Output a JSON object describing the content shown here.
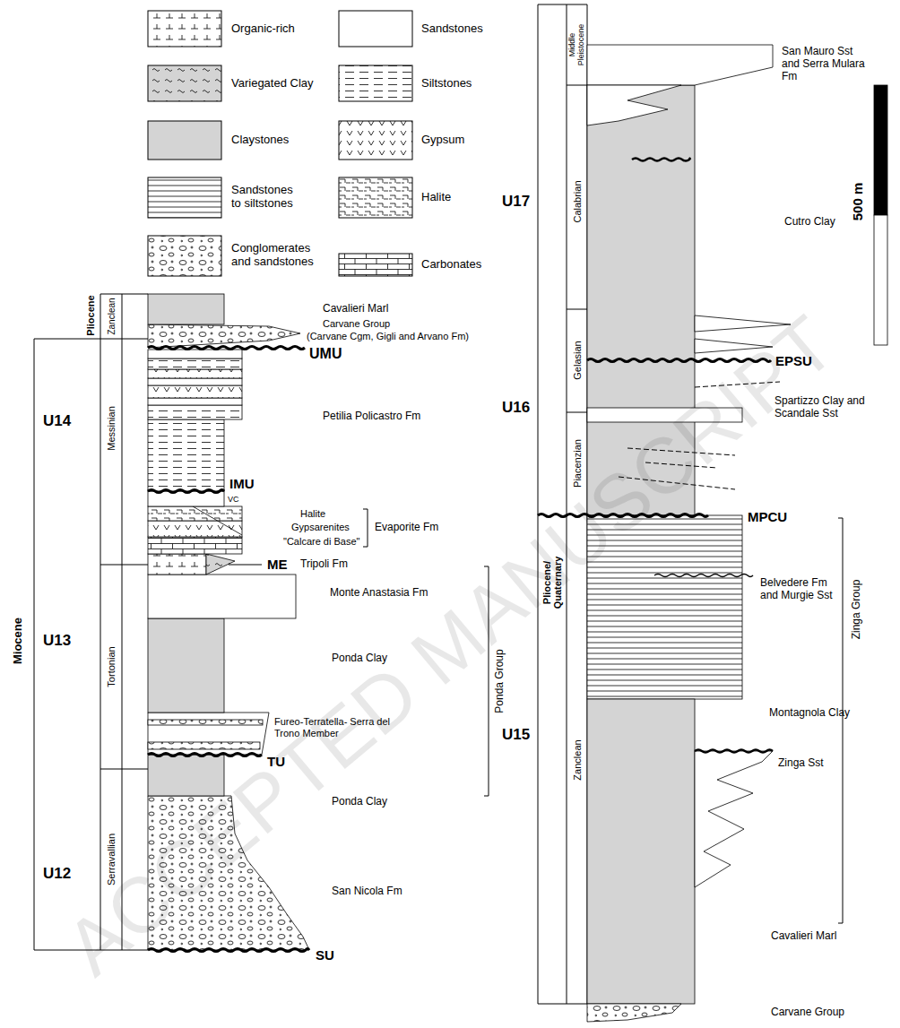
{
  "diagram": {
    "labels": [
      "Pliocene",
      "Zanclean",
      "Cavalieri Marl",
      "Carvane Group",
      "(Carvane Cgm, Gigli and Arvano Fm)",
      "UMU",
      "U14",
      "Messinian",
      "Petilia Policastro Fm",
      "IMU",
      "VC",
      "Halite",
      "Gypsarenites",
      "\"Calcare di Base\"",
      "Evaporite Fm",
      "Tripoli Fm",
      "ME",
      "Monte Anastasia Fm",
      "Ponda Group",
      "Miocene",
      "U13",
      "Tortonian",
      "Ponda Clay",
      "Fureo-Terratella- Serra del Trono Member",
      "TU",
      "Ponda Clay",
      "U12",
      "Serravallian",
      "San Nicola Fm",
      "SU",
      "Middle Pleistocene",
      "San Mauro Sst and Serra Mulara Fm",
      "U17",
      "Calabrian",
      "Cutro Clay",
      "500 m",
      "Gelasian",
      "EPSU",
      "U16",
      "Piacenzian",
      "Spartizzo Clay and Scandale Sst",
      "MPCU",
      "Pliocene/ Quaternary",
      "Belvedere Fm and Murgie Sst",
      "Zinga Group",
      "Montagnola Clay",
      "U15",
      "Zanclean",
      "Zinga Sst",
      "Cavalieri Marl",
      "Carvane Group",
      "ACCEPTED MANUSCRIPT"
    ],
    "legend": [
      {
        "text": "Organic-rich"
      },
      {
        "text": "Sandstones",
        "color": "#ffffff"
      },
      {
        "text": "Variegated Clay"
      },
      {
        "text": "Siltstones"
      },
      {
        "text": "Claystones",
        "color": "#d4d4d4"
      },
      {
        "text": "Gypsum"
      },
      {
        "text": "Sandstones to siltstones"
      },
      {
        "text": "Halite"
      },
      {
        "text": "Conglomerates and sandstones"
      },
      {
        "text": "Carbonates"
      }
    ]
  }
}
